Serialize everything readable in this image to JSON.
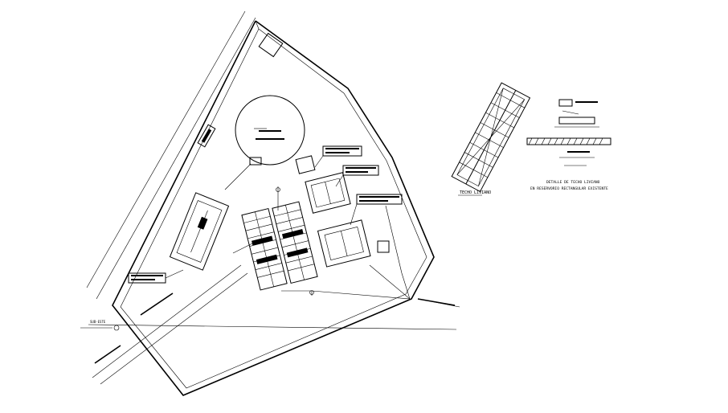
{
  "drawing": {
    "site_plan": {
      "north_label": "SUB-ESTE",
      "plates": [
        {
          "id": "plate-1",
          "text": ""
        },
        {
          "id": "plate-2",
          "text": ""
        },
        {
          "id": "plate-3",
          "text": ""
        },
        {
          "id": "plate-4",
          "text": ""
        }
      ]
    },
    "detail": {
      "label_roof": "TECHO LIVIANO",
      "caption_line1": "DETALLE DE TECHO LIVIANO",
      "caption_line2": "EN RESERVORIO RECTANGULAR EXISTENTE"
    }
  },
  "colors": {
    "line": "#000000",
    "background": "#ffffff"
  }
}
